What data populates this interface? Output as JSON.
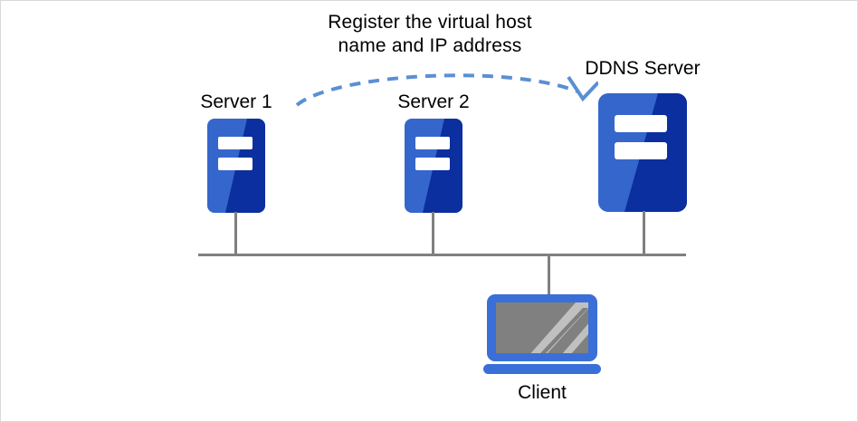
{
  "diagram": {
    "type": "network-topology",
    "title_annotation": {
      "line1": "Register the virtual host",
      "line2": "name and IP address",
      "full": "Register the virtual host name and IP address"
    },
    "nodes": [
      {
        "id": "server1",
        "label": "Server 1",
        "icon": "server-icon",
        "kind": "server",
        "size": "small"
      },
      {
        "id": "server2",
        "label": "Server 2",
        "icon": "server-icon",
        "kind": "server",
        "size": "small"
      },
      {
        "id": "ddns-server",
        "label": "DDNS Server",
        "icon": "server-icon",
        "kind": "server",
        "size": "large"
      },
      {
        "id": "client",
        "label": "Client",
        "icon": "laptop-icon",
        "kind": "client",
        "size": "medium"
      }
    ],
    "connections": [
      {
        "from": "server1",
        "to": "network-bus",
        "style": "solid"
      },
      {
        "from": "server2",
        "to": "network-bus",
        "style": "solid"
      },
      {
        "from": "ddns-server",
        "to": "network-bus",
        "style": "solid"
      },
      {
        "from": "client",
        "to": "network-bus",
        "style": "solid"
      }
    ],
    "arrows": [
      {
        "id": "register-arrow",
        "from": "server1",
        "to": "ddns-server",
        "style": "dashed-curved",
        "label": "Register the virtual host name and IP address",
        "direction": "left-to-right"
      }
    ],
    "colors": {
      "server_light_blue": "#3566cc",
      "server_dark_blue": "#0b2f9e",
      "server_stripe": "#ffffff",
      "laptop_frame": "#3a6fd8",
      "laptop_screen": "#808080",
      "laptop_glare": "#c0c0c0",
      "wire_gray": "#808080",
      "arrow_blue": "#5b8fd4",
      "text_black": "#000000",
      "background": "#ffffff",
      "border": "#d9d9d9"
    }
  }
}
